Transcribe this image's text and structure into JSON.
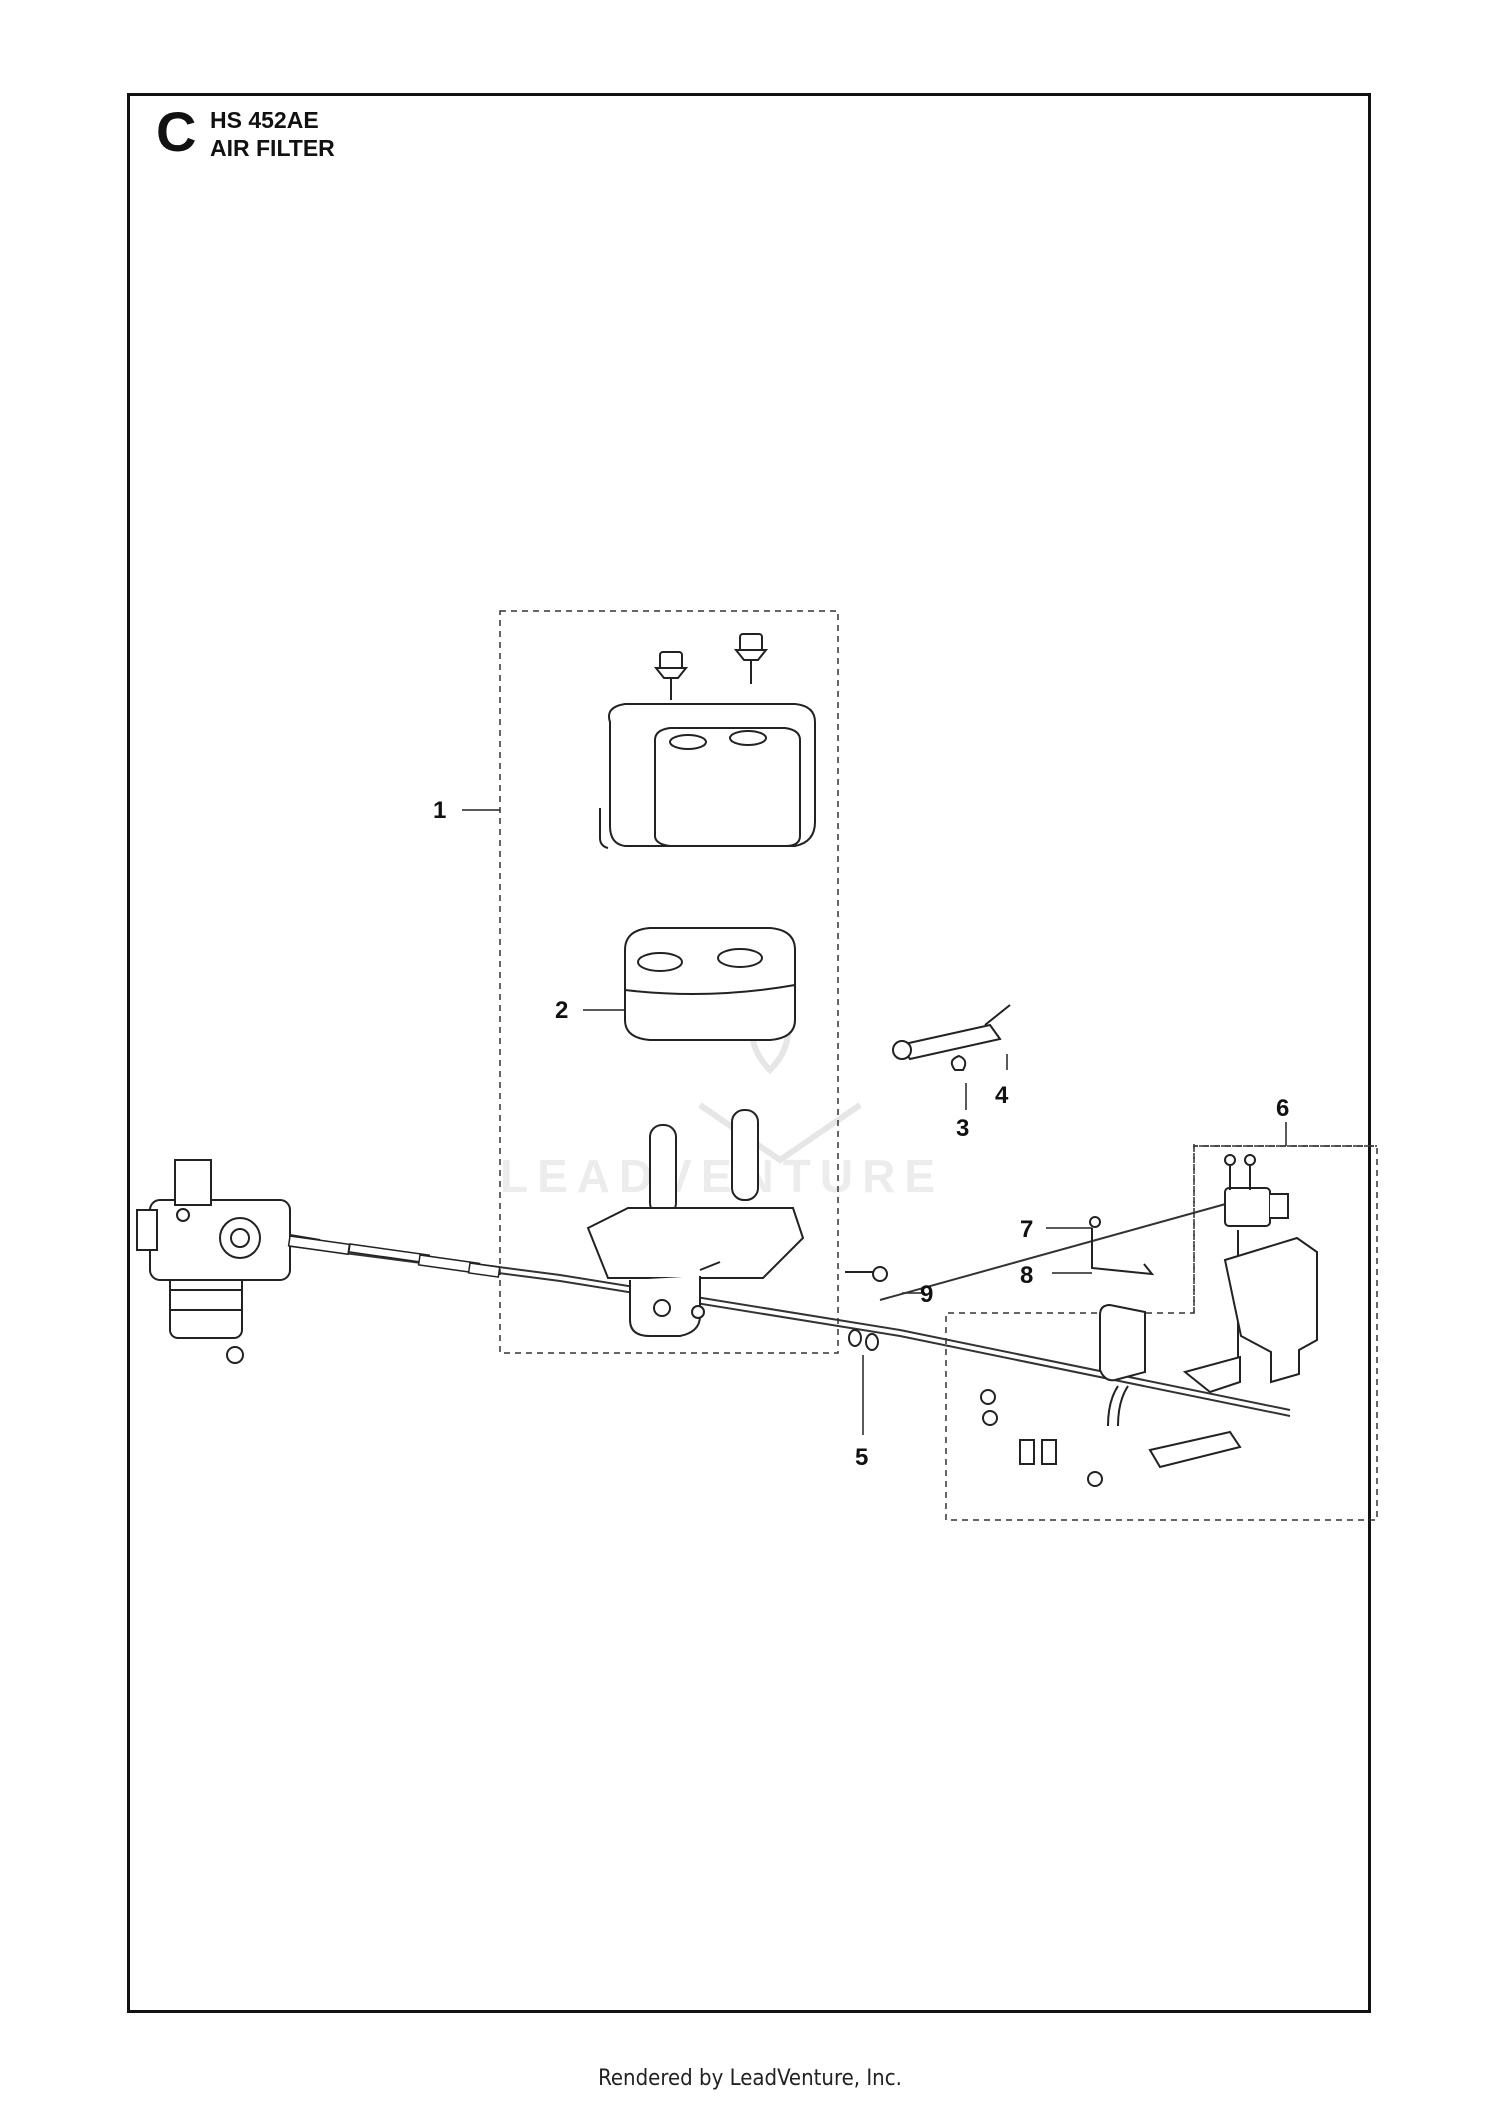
{
  "header": {
    "section_letter": "C",
    "model": "HS 452AE",
    "title": "AIR FILTER"
  },
  "callouts": [
    "1",
    "2",
    "3",
    "4",
    "5",
    "6",
    "7",
    "8",
    "9"
  ],
  "watermark": "LEADVENTURE",
  "footer": "Rendered by LeadVenture, Inc."
}
